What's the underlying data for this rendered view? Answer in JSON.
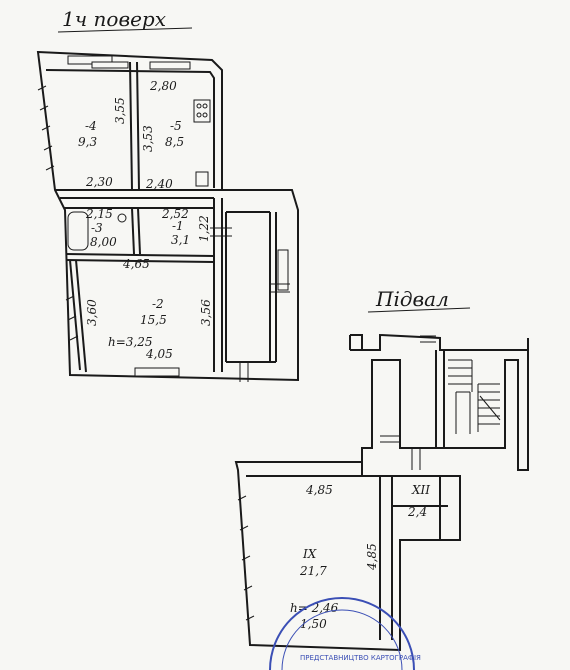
{
  "floor1": {
    "title": "1ч поверх",
    "rooms": [
      {
        "id": "4",
        "label": "-4",
        "area": "9,3"
      },
      {
        "id": "5",
        "label": "-5",
        "area": "8,5"
      },
      {
        "id": "3",
        "label": "-3",
        "area": "8,00"
      },
      {
        "id": "1",
        "label": "-1",
        "area": "3,1"
      },
      {
        "id": "2",
        "label": "-2",
        "area": "15,5"
      }
    ],
    "dims": {
      "d_2_80": "2,80",
      "d_3_55": "3,55",
      "d_3_53": "3,53",
      "d_2_30": "2,30",
      "d_2_40": "2,40",
      "d_2_15": "2,15",
      "d_2_52": "2,52",
      "d_1_22": "1,22",
      "d_4_65": "4,65",
      "d_3_60": "3,60",
      "d_3_56": "3,56",
      "d_4_05": "4,05"
    },
    "height": "h=3,25"
  },
  "basement": {
    "title": "Підвал",
    "rooms": [
      {
        "id": "IX",
        "label": "IX",
        "area": "21,7"
      },
      {
        "id": "XII",
        "label": "XII",
        "area": "2,4"
      }
    ],
    "dims": {
      "d_4_85_top": "4,85",
      "d_4_85_side": "4,85"
    },
    "height": "h= 2,46",
    "height2": "1,50"
  },
  "stamp": {
    "text": "ПРЕДСТАВНИЦТВО КАРТОГРАФІЯ"
  },
  "colors": {
    "ink": "#1a1a1a",
    "paper": "#f7f7f4",
    "stamp": "#3b4fb5"
  }
}
